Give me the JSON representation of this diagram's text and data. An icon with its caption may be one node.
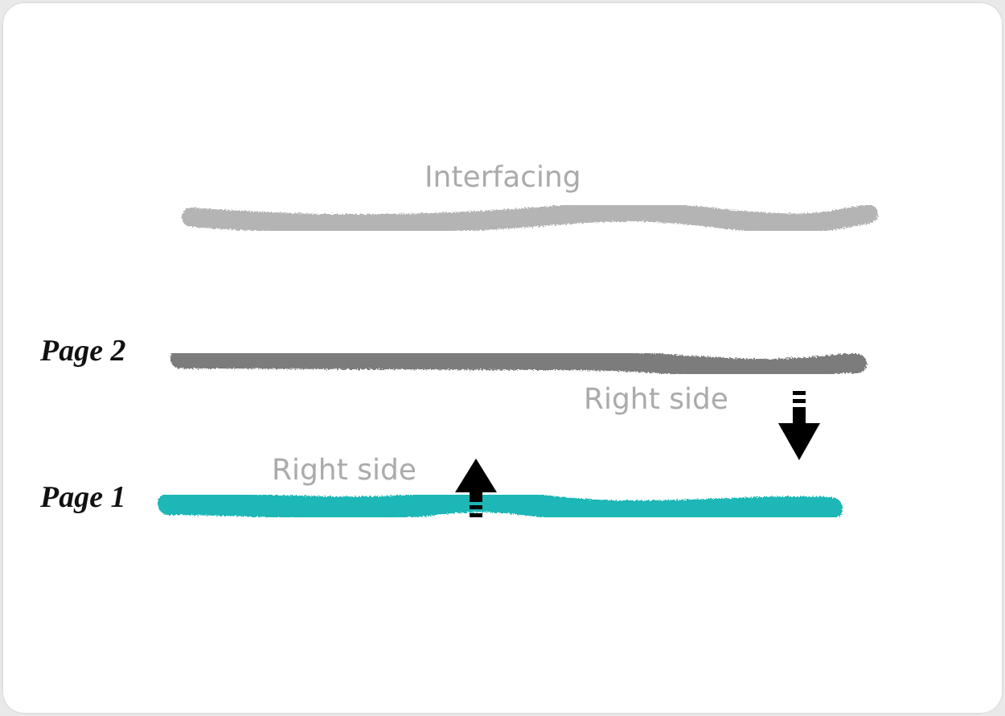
{
  "diagram": {
    "labels": [
      "Interfacing",
      "Page 2",
      "Right side",
      "Right side",
      "Page 1"
    ]
  }
}
